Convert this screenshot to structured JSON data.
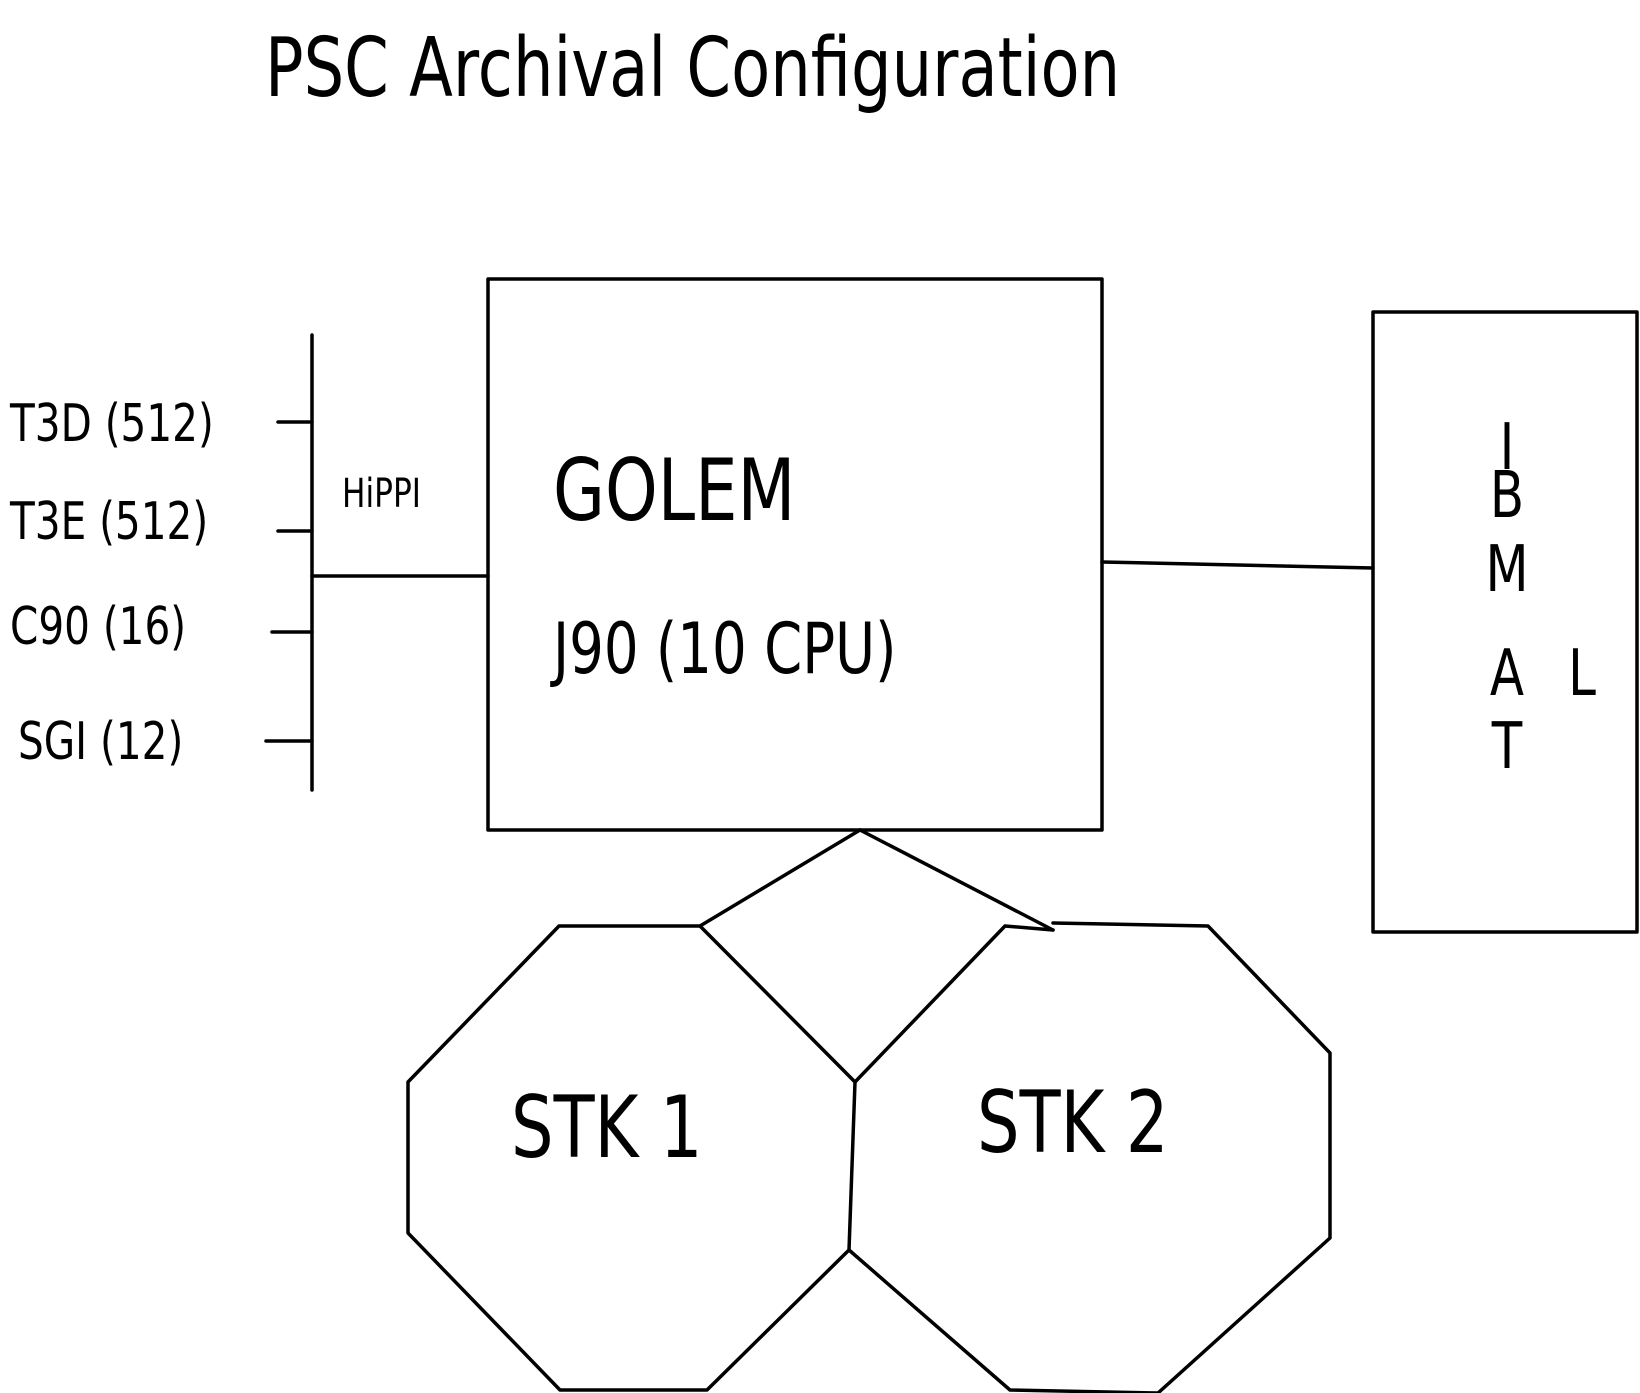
{
  "title": "PSC Archival Configuration",
  "hosts": [
    {
      "label": "T3D (512)"
    },
    {
      "label": "T3E (512)"
    },
    {
      "label": "C90 (16)"
    },
    {
      "label": "SGI (12)"
    }
  ],
  "network_label": "HiPPI",
  "server": {
    "name": "GOLEM",
    "model": "J90 (10 CPU)"
  },
  "silos": [
    {
      "label": "STK 1"
    },
    {
      "label": "STK 2"
    }
  ],
  "ibm_box": {
    "letters_main": [
      "I",
      "B",
      "M",
      "A",
      "T"
    ],
    "letter_side": "L"
  },
  "colors": {
    "stroke": "#000000",
    "background": "#ffffff"
  }
}
